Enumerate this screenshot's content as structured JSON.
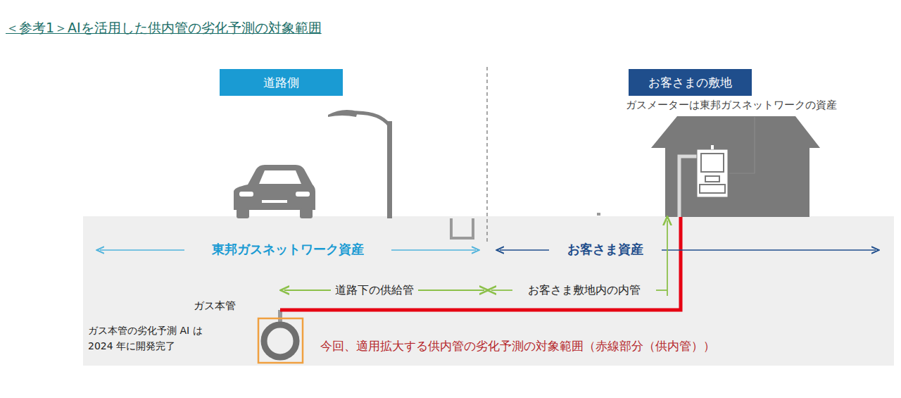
{
  "diagram": {
    "title": "＜参考1＞AIを活用した供内管の劣化予測の対象範囲",
    "nodes": [
      {
        "text": [
          "道路側"
        ]
      },
      {
        "text": [
          "お客さまの敷地"
        ]
      }
    ],
    "labels": [
      "ガスメーターは東邦ガスネットワークの資産",
      "東邦ガスネットワーク資産",
      "お客さま資産",
      "道路下の供給管",
      "お客さま敷地内の内管",
      "ガス本管",
      "ガス本管の劣化予測 AI は 2024 年に開発完了",
      "今回、適用拡大する供内管の劣化予測の対象範囲（赤線部分（供内管））"
    ]
  }
}
